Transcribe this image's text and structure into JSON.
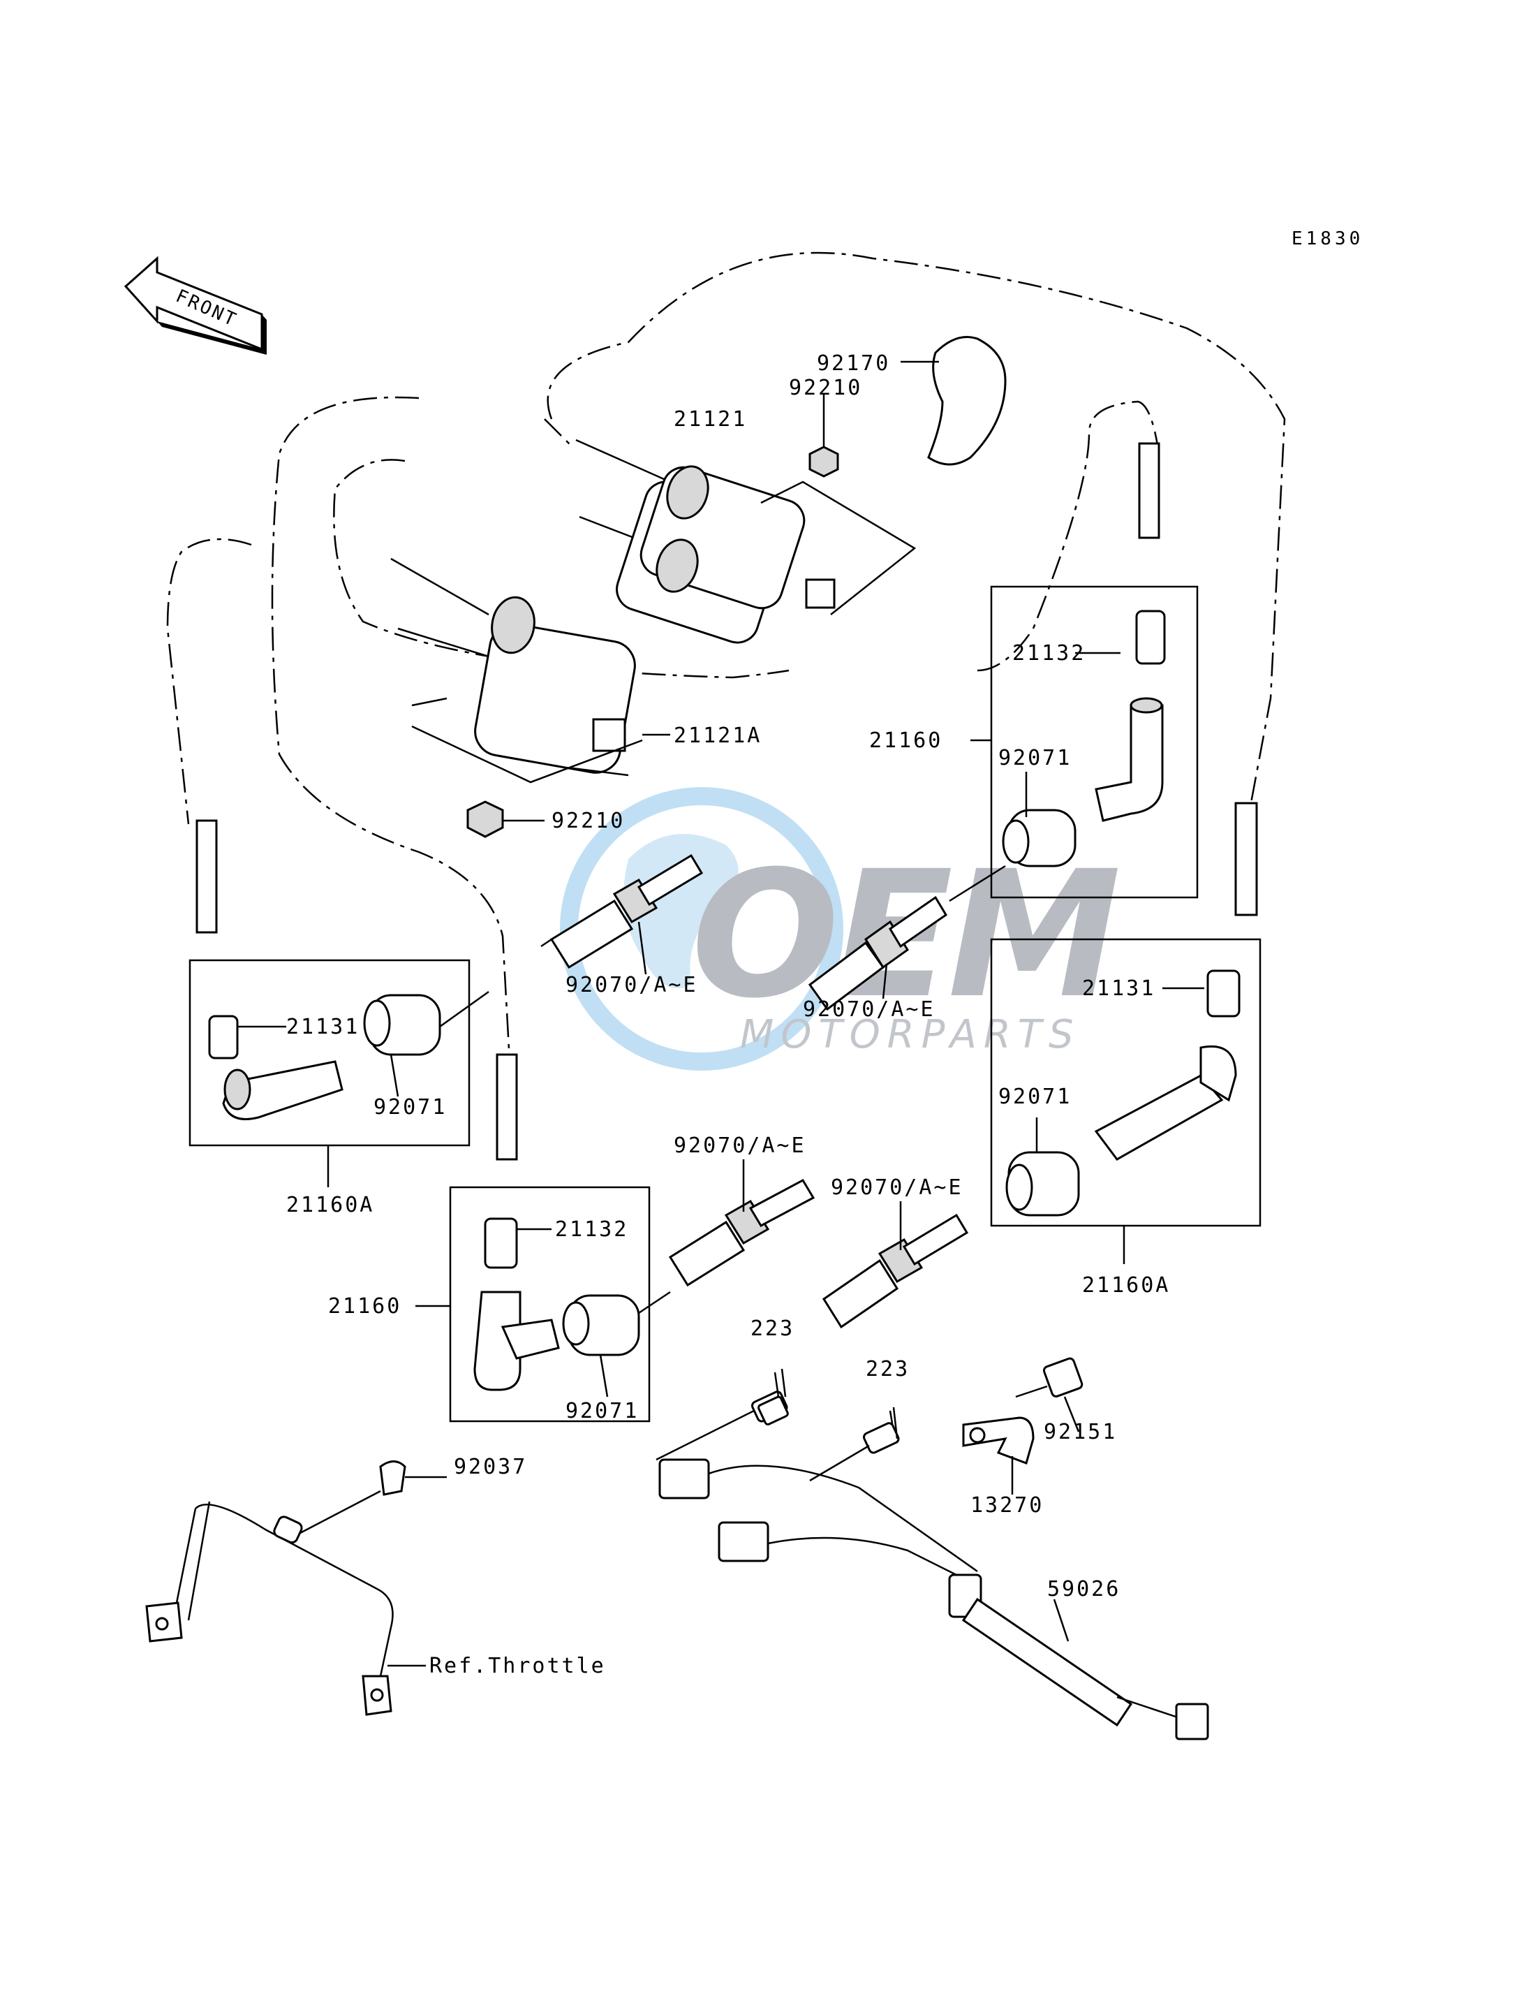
{
  "diagram_code": "E1830",
  "front_arrow": "FRONT",
  "watermark": {
    "main": "OEM",
    "sub": "MOTORPARTS",
    "globe_color": "#4aa3df"
  },
  "labels": {
    "p92170": "92170",
    "p92210_top": "92210",
    "p21121": "21121",
    "p21121A": "21121A",
    "p92210_mid": "92210",
    "p21132_right": "21132",
    "p21160_right": "21160",
    "p92071_right": "92071",
    "p92070_center_left": "92070/A~E",
    "p92070_center_right": "92070/A~E",
    "p21131_left": "21131",
    "p92071_left": "92071",
    "p21160A_left": "21160A",
    "p21131_right": "21131",
    "p92071_right_lower": "92071",
    "p21160A_right": "21160A",
    "p92070_lower_left": "92070/A~E",
    "p92070_lower_right": "92070/A~E",
    "p21132_lower": "21132",
    "p21160_lower": "21160",
    "p92071_lower": "92071",
    "p223_left": "223",
    "p223_right": "223",
    "p92151": "92151",
    "p13270": "13270",
    "p92037": "92037",
    "p59026": "59026",
    "ref_throttle": "Ref.Throttle"
  }
}
